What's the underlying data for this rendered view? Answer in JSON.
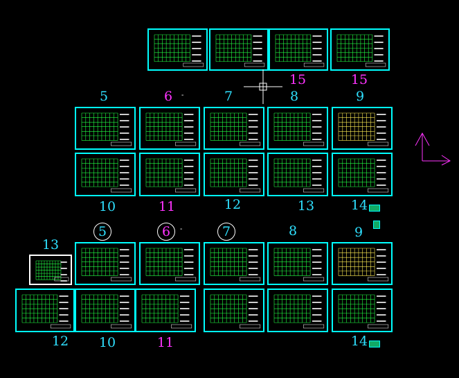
{
  "viewport": {
    "background": "#000000"
  },
  "colors": {
    "frame": "#00ffff",
    "grid": "#00ff33",
    "cyan_label": "#2fe0ff",
    "magenta_label": "#ff33ff",
    "yellow_fill": "#ffff66"
  },
  "labels": [
    {
      "text": "15",
      "color": "magenta"
    },
    {
      "text": "15",
      "color": "magenta"
    },
    {
      "text": "5",
      "color": "cyan"
    },
    {
      "text": "6",
      "color": "magenta"
    },
    {
      "text": "7",
      "color": "cyan"
    },
    {
      "text": "8",
      "color": "cyan"
    },
    {
      "text": "9",
      "color": "cyan"
    },
    {
      "text": "10",
      "color": "cyan"
    },
    {
      "text": "11",
      "color": "magenta"
    },
    {
      "text": "12",
      "color": "cyan"
    },
    {
      "text": "13",
      "color": "cyan"
    },
    {
      "text": "14",
      "color": "cyan"
    },
    {
      "text": "5",
      "color": "circled"
    },
    {
      "text": "6",
      "color": "circled-magenta"
    },
    {
      "text": "7",
      "color": "circled"
    },
    {
      "text": "8",
      "color": "cyan"
    },
    {
      "text": "9",
      "color": "cyan"
    },
    {
      "text": "13",
      "color": "cyan"
    },
    {
      "text": "12",
      "color": "cyan"
    },
    {
      "text": "10",
      "color": "cyan"
    },
    {
      "text": "11",
      "color": "magenta"
    },
    {
      "text": "14",
      "color": "cyan"
    }
  ],
  "icons": {
    "cursor": "crosshair-cursor-icon",
    "ucs": "ucs-axis-icon"
  }
}
